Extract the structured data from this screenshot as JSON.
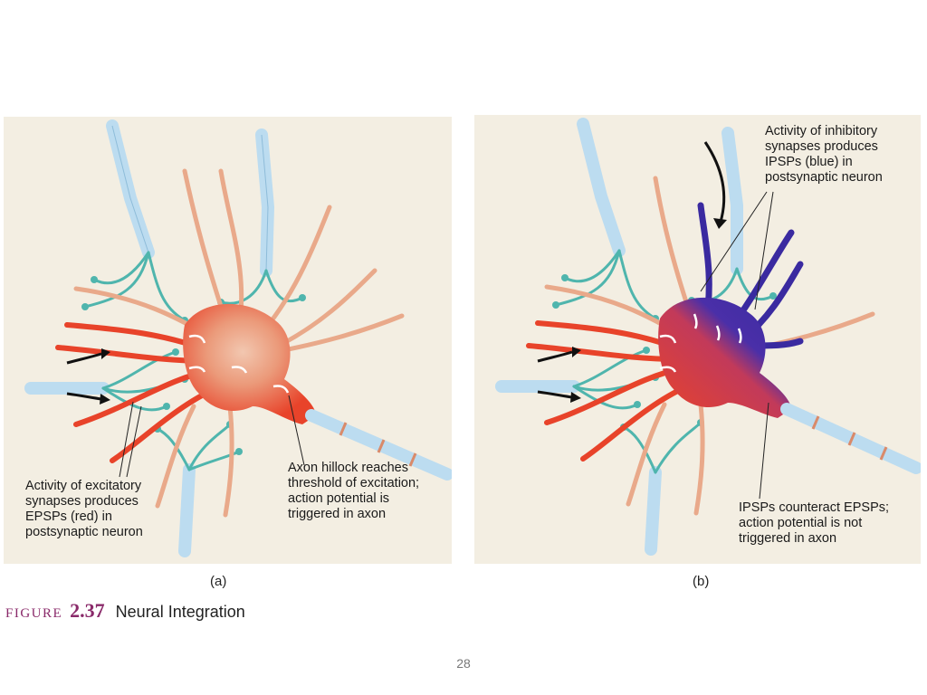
{
  "panel_a": {
    "label": "(a)",
    "caption_excitatory": "Activity of excitatory\nsynapses produces\nEPSPs (red) in\npostsynaptic neuron",
    "caption_hillock": "Axon hillock reaches\nthreshold of excitation;\naction potential is\ntriggered in axon"
  },
  "panel_b": {
    "label": "(b)",
    "caption_inhibitory": "Activity of inhibitory\nsynapses produces\nIPSPs (blue) in\npostsynaptic neuron",
    "caption_counteract": "IPSPs counteract EPSPs;\naction potential is not\ntriggered in axon"
  },
  "figure": {
    "word": "FIGURE",
    "number": "2.37",
    "title": "Neural Integration"
  },
  "page_number": "28",
  "colors": {
    "panel_bg": "#f3eee2",
    "excitatory_red": "#e8432a",
    "inhibitory_blue": "#3a2aa0",
    "neuron_peach": "#e9a98a",
    "axon_blue": "#bcdcf0",
    "terminal_teal": "#4fb5ad",
    "figure_purple": "#8a2a6a"
  }
}
